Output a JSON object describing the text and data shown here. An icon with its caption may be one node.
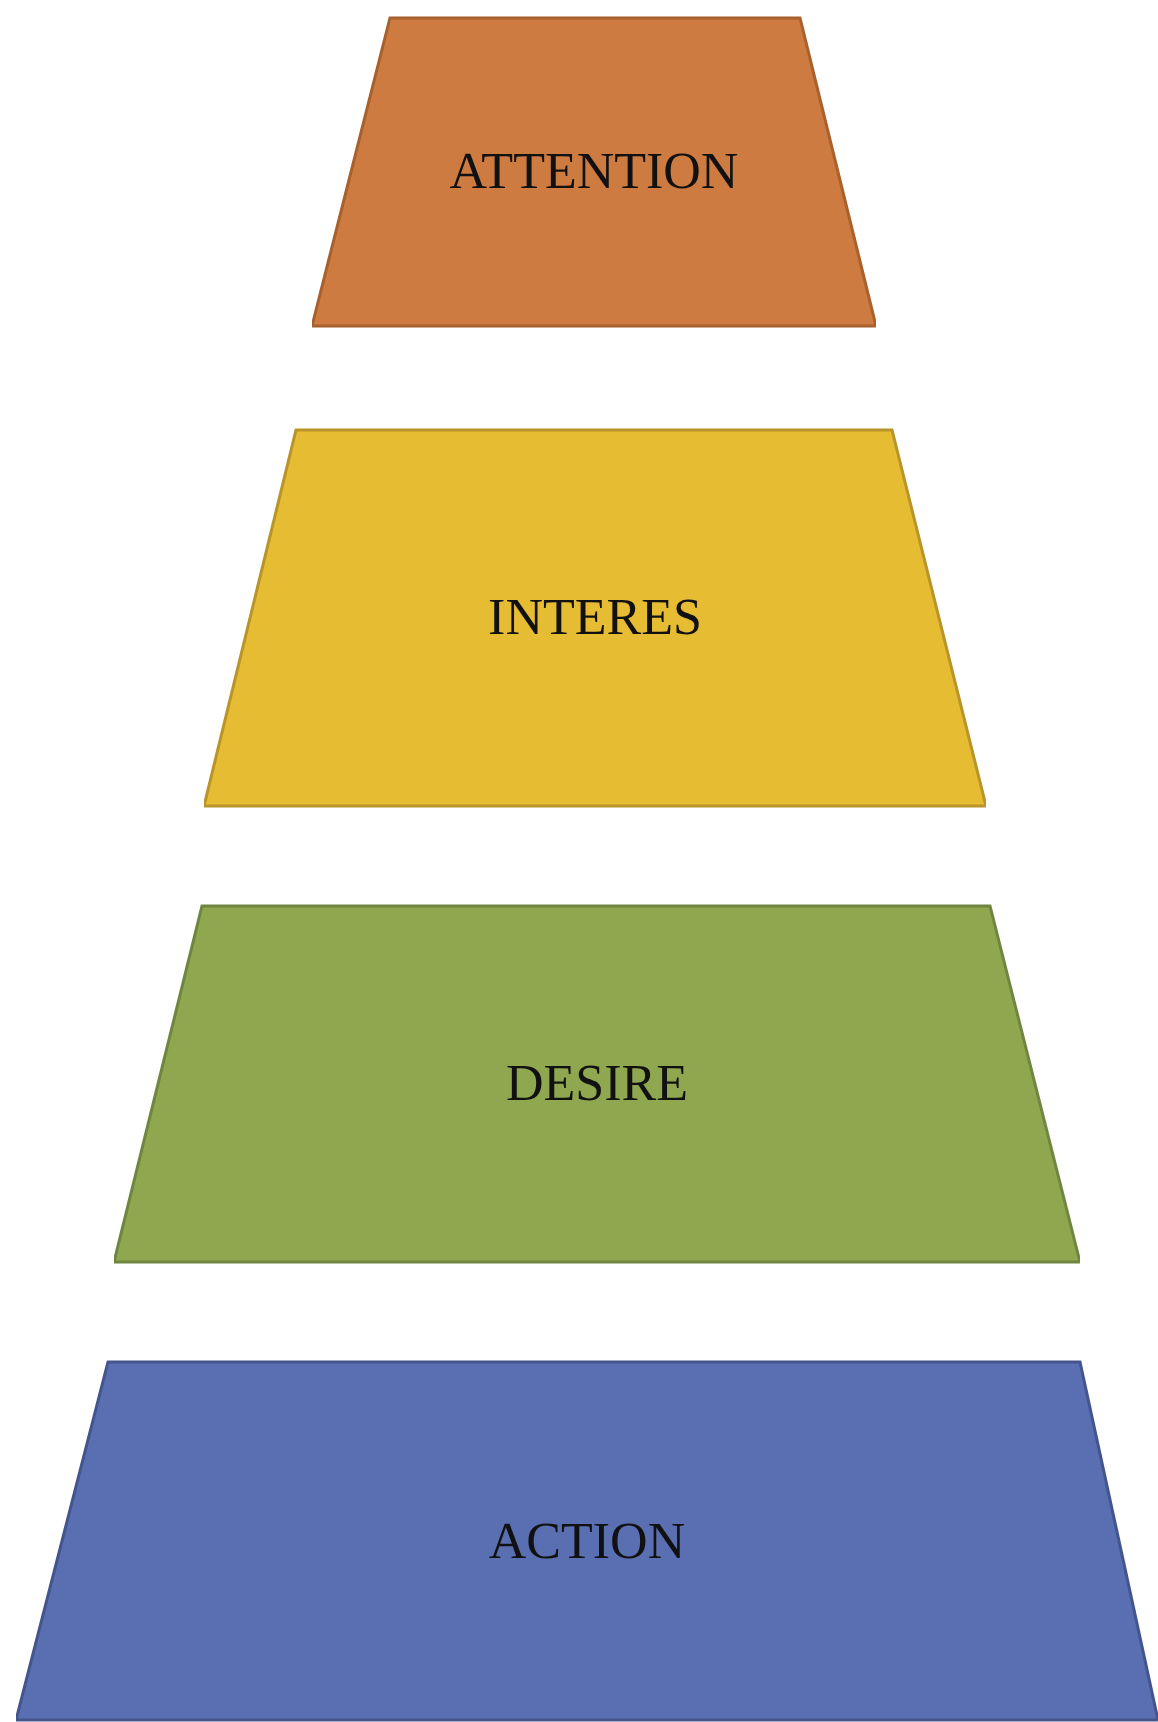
{
  "diagram": {
    "nodes": [
      {
        "text": [
          "ATTENTION"
        ]
      },
      {
        "text": [
          "INTERES"
        ]
      },
      {
        "text": [
          "DESIRE"
        ]
      },
      {
        "text": [
          "ACTION"
        ]
      }
    ]
  }
}
